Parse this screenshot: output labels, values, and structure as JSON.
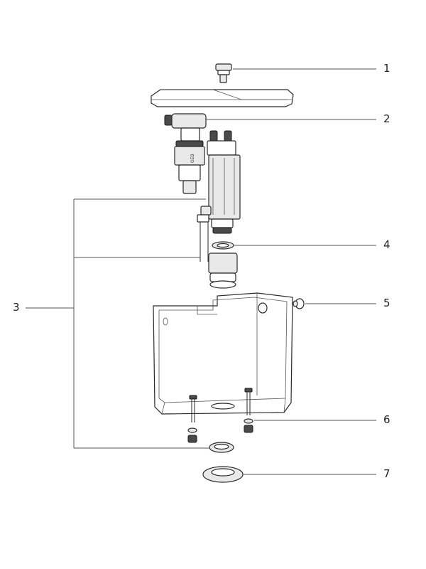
{
  "diagram": {
    "callouts": [
      {
        "id": "1",
        "label": "1"
      },
      {
        "id": "2",
        "label": "2"
      },
      {
        "id": "3",
        "label": "3"
      },
      {
        "id": "4",
        "label": "4"
      },
      {
        "id": "5",
        "label": "5"
      },
      {
        "id": "6",
        "label": "6"
      },
      {
        "id": "7",
        "label": "7"
      }
    ],
    "brand_mark": "GEB"
  }
}
